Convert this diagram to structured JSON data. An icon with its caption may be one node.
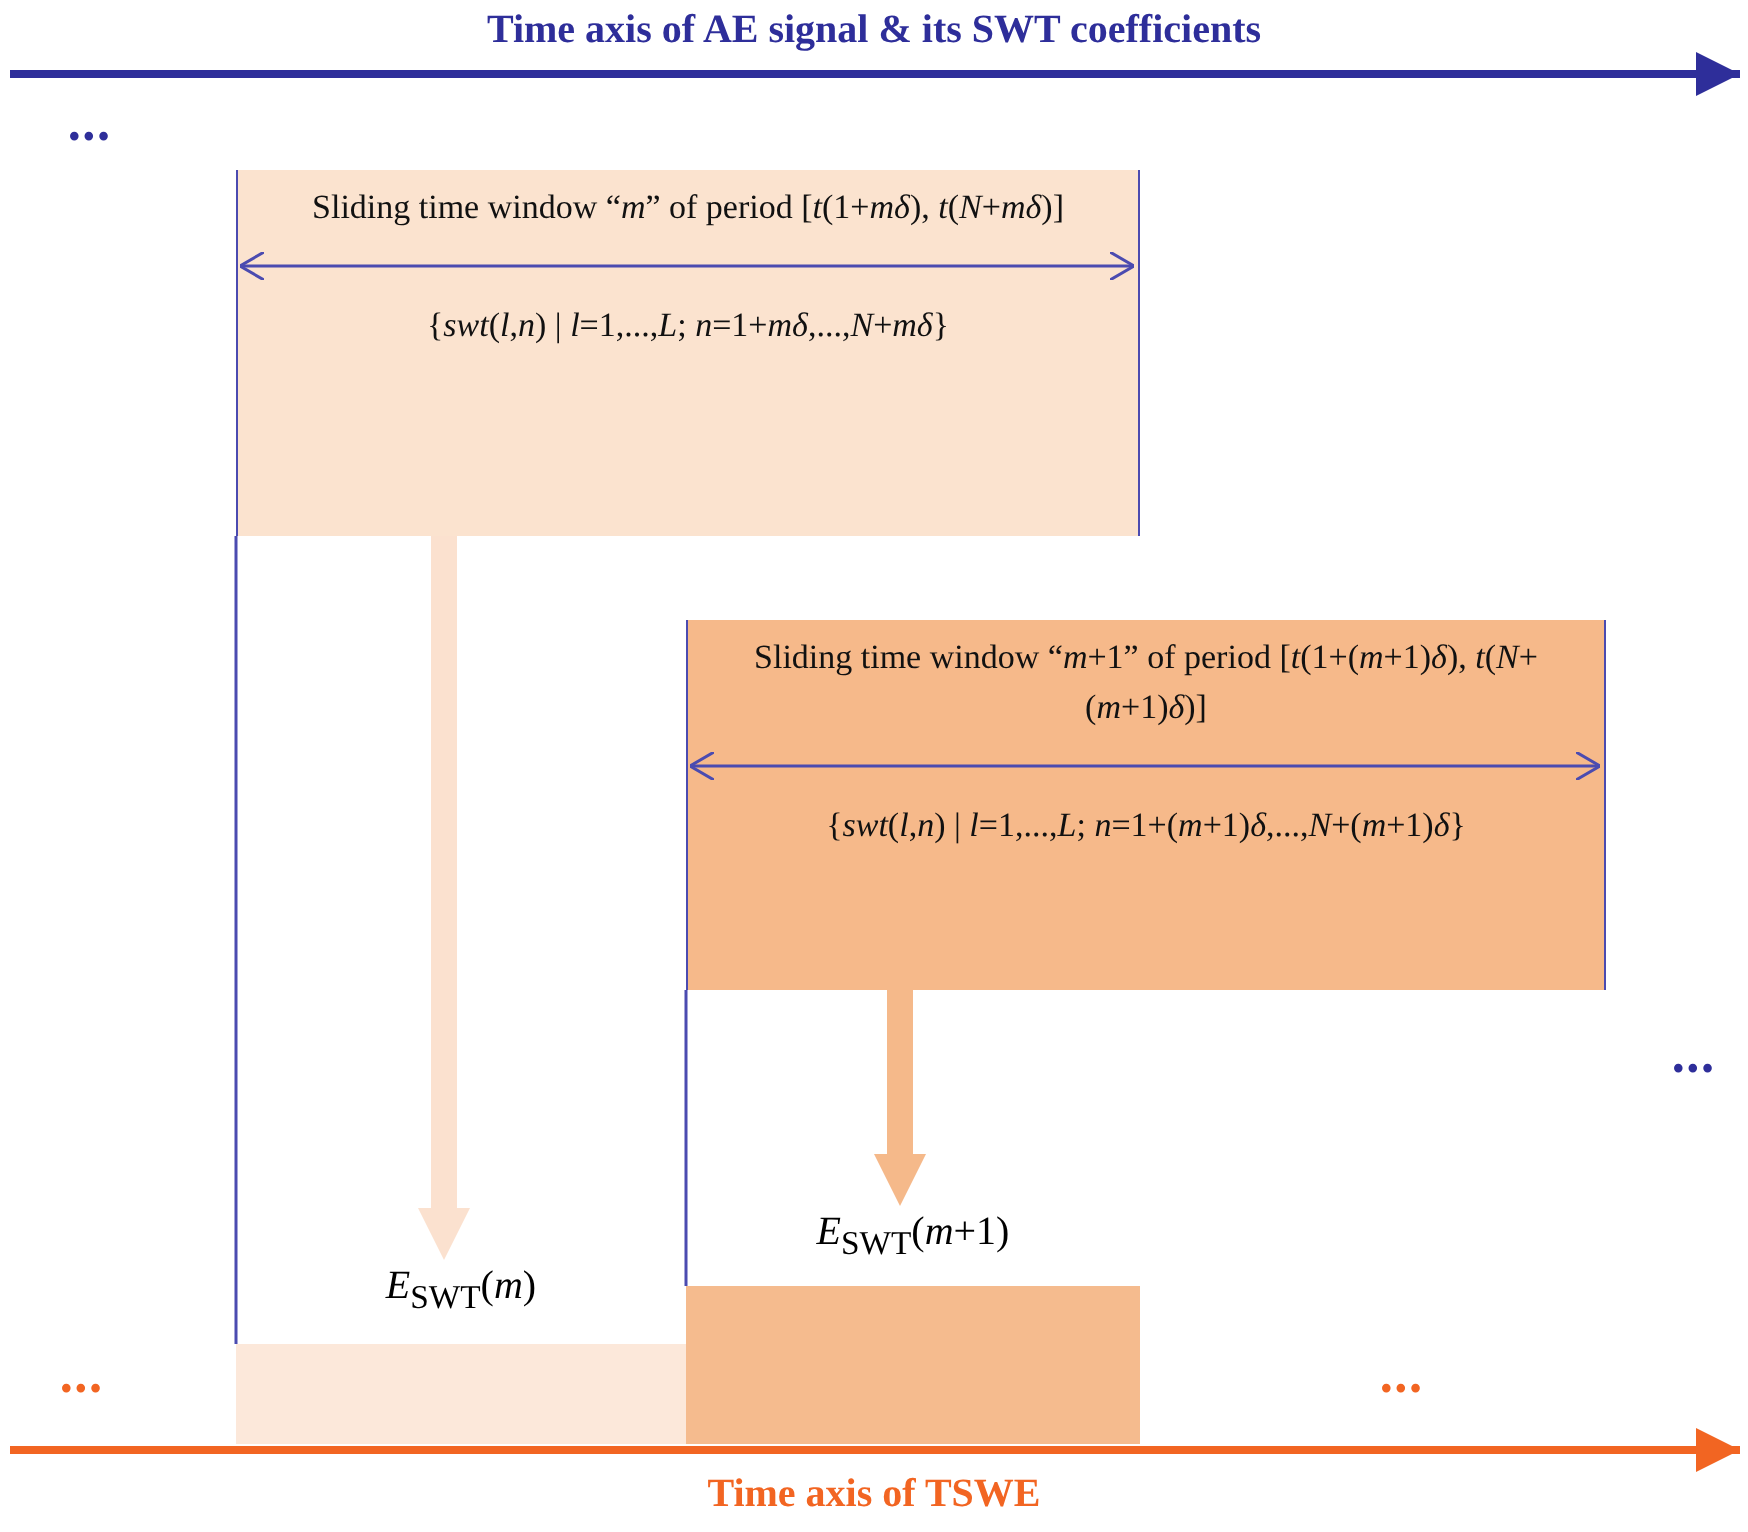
{
  "diagram": {
    "nodes": [
      {
        "text": [
          "Sliding time window “*m*” of period [*t*(1+*mδ*), *t*(*N*+*mδ*)]",
          "{*swt*(*l*,*n*) | *l*=1,...,*L*; *n*=1+*mδ*,...,*N*+*mδ*}"
        ]
      },
      {
        "text": [
          "Sliding time window “*m*+1” of period [*t*(1+(*m*+1)*δ*), *t*(*N*+(*m*+1)*δ*)]",
          "{*swt*(*l*,*n*) | *l*=1,...,*L*; *n*=1+(*m*+1)*δ*,...,*N*+(*m*+1)*δ*}"
        ]
      },
      {
        "text": [
          "*E*$_{SWT}$(*m*)"
        ]
      },
      {
        "text": [
          "*E*$_{SWT}$(*m*+1)"
        ]
      }
    ],
    "edges": [
      {
        "from": 0,
        "to": 2,
        "arrow": "to"
      },
      {
        "from": 1,
        "to": 3,
        "arrow": "to"
      }
    ],
    "labels": [
      "Time axis of AE signal & its SWT coefficients",
      "•••",
      "•••",
      "•••",
      "•••",
      "Time axis of TSWE"
    ]
  }
}
